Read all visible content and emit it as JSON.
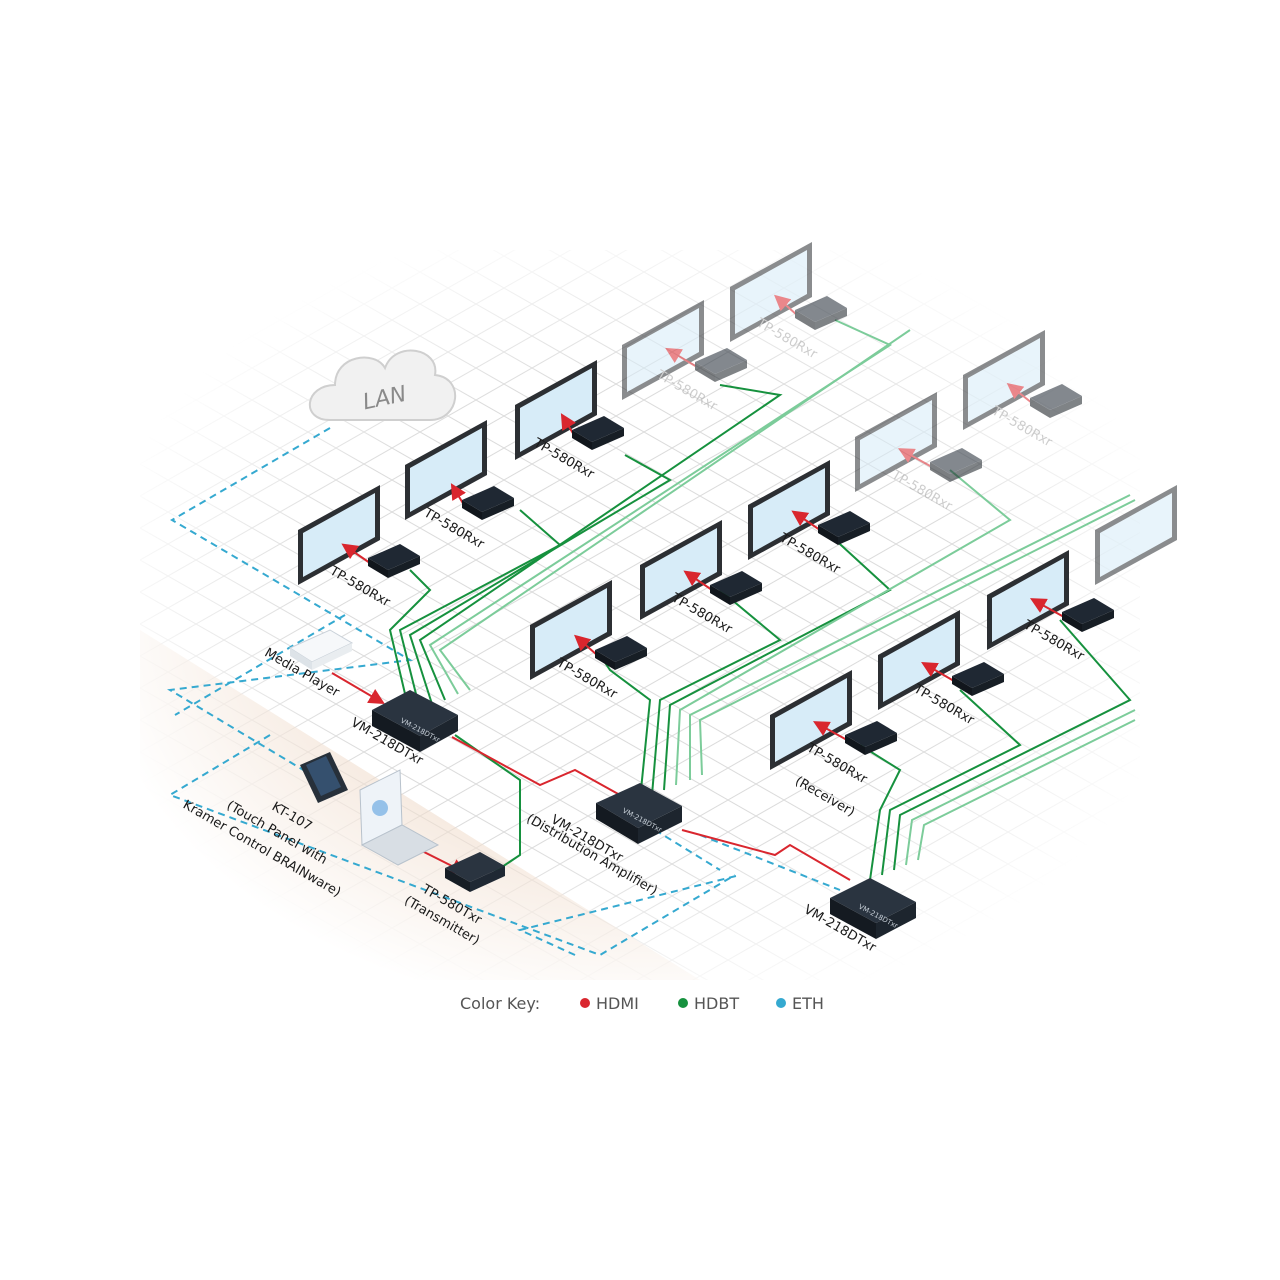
{
  "colors": {
    "hdmi": "#d9262e",
    "hdbt": "#16913e",
    "hdbt_light": "#7ccc9a",
    "eth": "#35a9d0",
    "device": "#1f2833",
    "screen": "#d7ecf8",
    "floor": "#eed9c7"
  },
  "cloud": {
    "label": "LAN"
  },
  "receiver_label": "TP-580Rxr",
  "receiver_caption": "(Receiver)",
  "devices": {
    "media_player": "Media Player",
    "da_top": "VM-218DTxr",
    "da_mid_name": "VM-218DTxr",
    "da_mid_caption": "(Distribution Amplifier)",
    "da_right": "VM-218DTxr",
    "kt107_name": "KT-107",
    "kt107_caption1": "(Touch Panel with",
    "kt107_caption2": "Kramer Control BRAINware)",
    "transmitter_name": "TP-580Txr",
    "transmitter_caption": "(Transmitter)",
    "device_badge": "VM-218DTxr"
  },
  "legend": {
    "title": "Color Key:",
    "items": [
      {
        "label": "HDMI",
        "color": "#d9262e"
      },
      {
        "label": "HDBT",
        "color": "#16913e"
      },
      {
        "label": "ETH",
        "color": "#35a9d0"
      }
    ]
  }
}
